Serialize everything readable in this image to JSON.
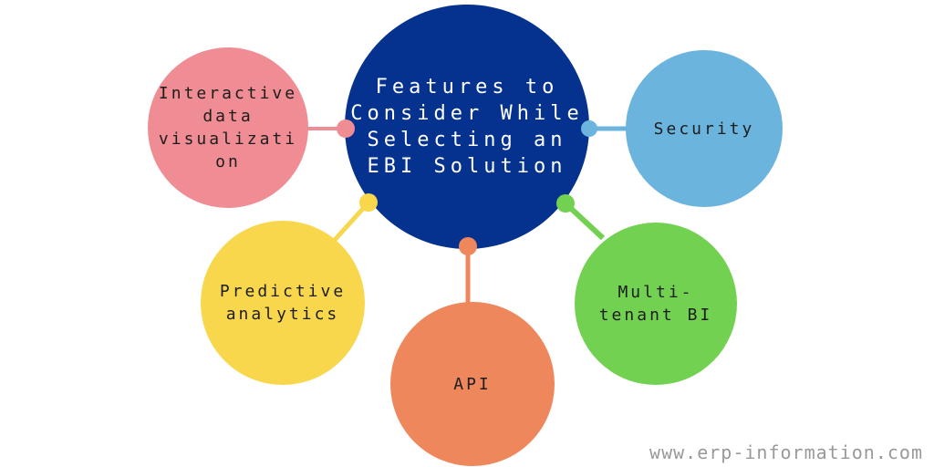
{
  "diagram": {
    "center": {
      "label": "Features to\nConsider While\nSelecting an\nEBI Solution",
      "color": "#05318F",
      "text_color": "#ffffff"
    },
    "nodes": [
      {
        "id": "interactive-data-visualization",
        "label": "Interactive\ndata\nvisualizati\non",
        "color": "#EF8C94"
      },
      {
        "id": "security",
        "label": "Security",
        "color": "#6BB4DE"
      },
      {
        "id": "predictive-analytics",
        "label": "Predictive\nanalytics",
        "color": "#F8D74D"
      },
      {
        "id": "api",
        "label": "API",
        "color": "#EF875C"
      },
      {
        "id": "multi-tenant-bi",
        "label": "Multi-\ntenant BI",
        "color": "#72D150"
      }
    ],
    "background": "#ffffff",
    "node_text_color": "#1d1d1d"
  },
  "watermark": "www.erp-information.com"
}
